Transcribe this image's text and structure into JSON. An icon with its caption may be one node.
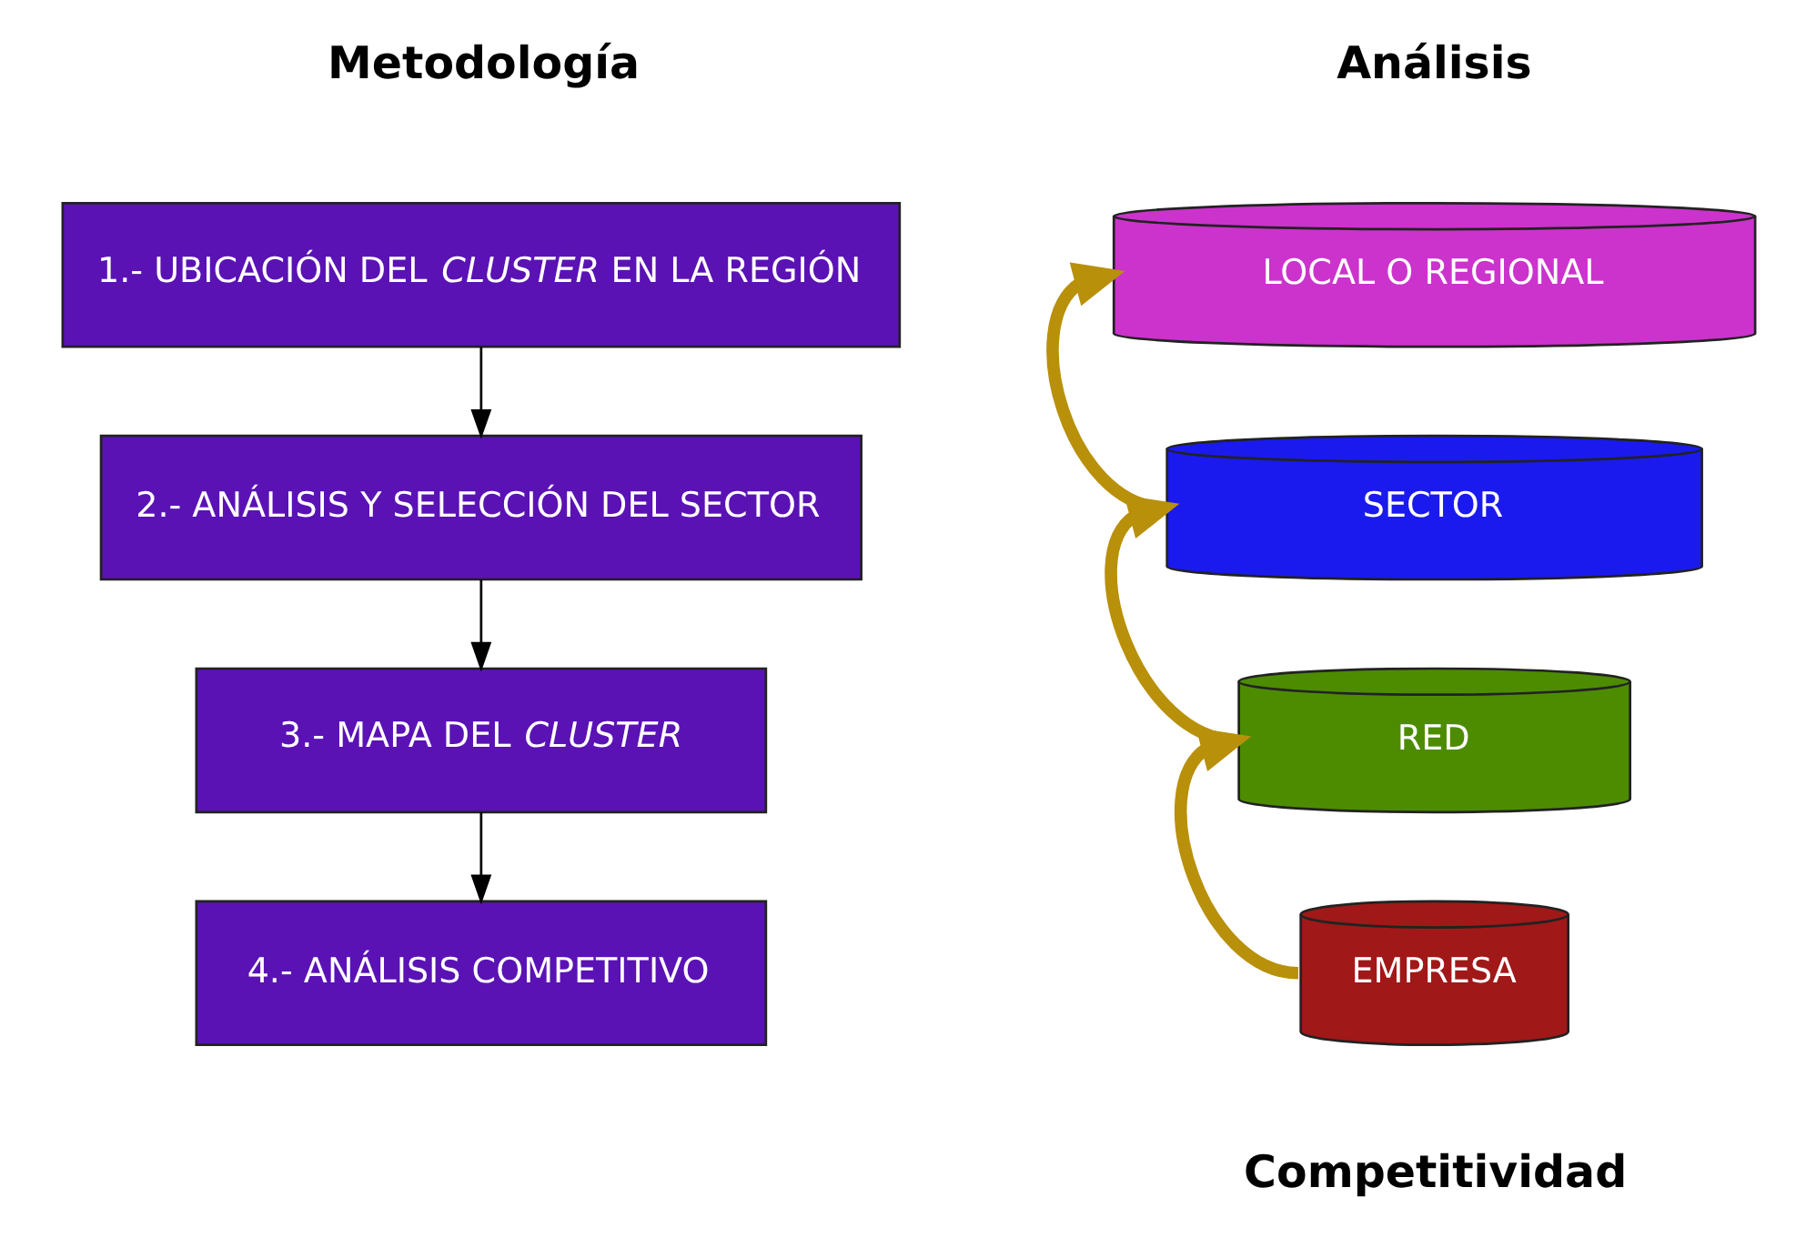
{
  "diagram": {
    "nodes": [
      {
        "text": [
          "1.- UBICACIÓN DEL *CLUSTER* EN LA REGIÓN"
        ]
      },
      {
        "text": [
          "2.- ANÁLISIS Y SELECCIÓN DEL SECTOR"
        ]
      },
      {
        "text": [
          "3.- MAPA DEL *CLUSTER*"
        ]
      },
      {
        "text": [
          "4.- ANÁLISIS COMPETITIVO"
        ]
      },
      {
        "text": [
          "LOCAL O REGIONAL"
        ]
      },
      {
        "text": [
          "SECTOR"
        ]
      },
      {
        "text": [
          "RED"
        ]
      },
      {
        "text": [
          "EMPRESA"
        ]
      }
    ],
    "edges": [
      {
        "from": 0,
        "to": 1,
        "arrow": "to"
      },
      {
        "from": 1,
        "to": 2,
        "arrow": "to"
      },
      {
        "from": 2,
        "to": 3,
        "arrow": "to"
      },
      {
        "from": 7,
        "to": 6,
        "arrow": "to",
        "style": "thick",
        "color": "#b8900a"
      },
      {
        "from": 6,
        "to": 5,
        "arrow": "to",
        "style": "thick",
        "color": "#b8900a"
      },
      {
        "from": 5,
        "to": 4,
        "arrow": "to",
        "style": "thick",
        "color": "#b8900a"
      }
    ],
    "labels": [
      "Metodología",
      "Análisis",
      "Competitividad"
    ]
  }
}
